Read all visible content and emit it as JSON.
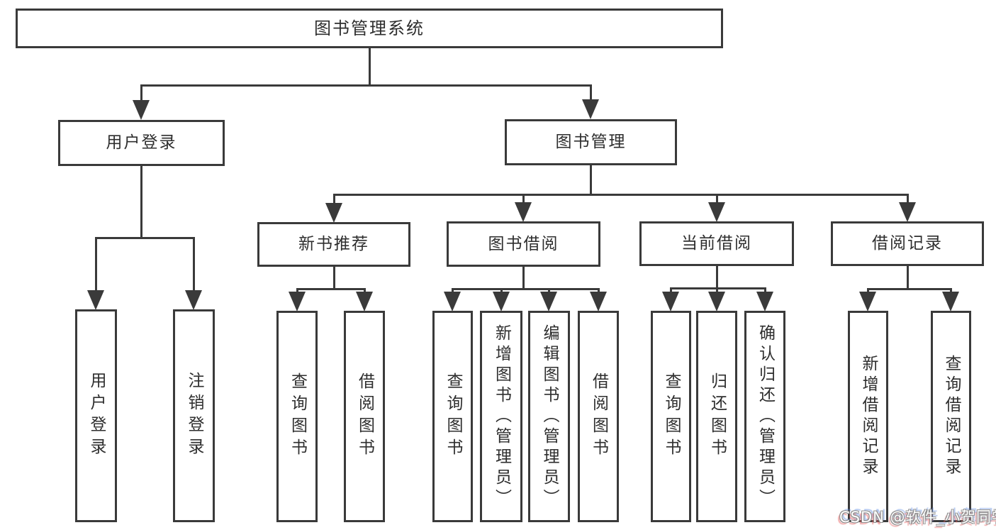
{
  "diagram": {
    "title": "图书管理系统",
    "colors": {
      "line": "#3a3a3a",
      "text": "#2e2e2e",
      "background": "#ffffff",
      "watermark_fill": "#ffffff",
      "watermark_outline": "#8f8f8f"
    },
    "nodes": [
      {
        "id": "root",
        "label": "图书管理系统",
        "parent": null
      },
      {
        "id": "user-login",
        "label": "用户登录",
        "parent": "root"
      },
      {
        "id": "book-mgmt",
        "label": "图书管理",
        "parent": "root"
      },
      {
        "id": "new-book-rec",
        "label": "新书推荐",
        "parent": "book-mgmt"
      },
      {
        "id": "book-borrow",
        "label": "图书借阅",
        "parent": "book-mgmt"
      },
      {
        "id": "current-borrow",
        "label": "当前借阅",
        "parent": "book-mgmt"
      },
      {
        "id": "borrow-records",
        "label": "借阅记录",
        "parent": "book-mgmt"
      },
      {
        "id": "leaf-user-login",
        "label": "用户登录",
        "parent": "user-login"
      },
      {
        "id": "leaf-logout",
        "label": "注销登录",
        "parent": "user-login"
      },
      {
        "id": "leaf-query-book-1",
        "label": "查询图书",
        "parent": "new-book-rec"
      },
      {
        "id": "leaf-borrow-book-1",
        "label": "借阅图书",
        "parent": "new-book-rec"
      },
      {
        "id": "leaf-query-book-2",
        "label": "查询图书",
        "parent": "book-borrow"
      },
      {
        "id": "leaf-add-book",
        "label": "新增图书（管理员）",
        "parent": "book-borrow"
      },
      {
        "id": "leaf-edit-book",
        "label": "编辑图书（管理员）",
        "parent": "book-borrow"
      },
      {
        "id": "leaf-borrow-book-2",
        "label": "借阅图书",
        "parent": "book-borrow"
      },
      {
        "id": "leaf-query-book-3",
        "label": "查询图书",
        "parent": "current-borrow"
      },
      {
        "id": "leaf-return-book",
        "label": "归还图书",
        "parent": "current-borrow"
      },
      {
        "id": "leaf-confirm-return",
        "label": "确认归还（管理员）",
        "parent": "current-borrow"
      },
      {
        "id": "leaf-add-record",
        "label": "新增借阅记录",
        "parent": "borrow-records"
      },
      {
        "id": "leaf-query-record",
        "label": "查询借阅记录",
        "parent": "borrow-records"
      }
    ]
  },
  "watermark": {
    "text": "CSDN @软件_小贺同学"
  }
}
